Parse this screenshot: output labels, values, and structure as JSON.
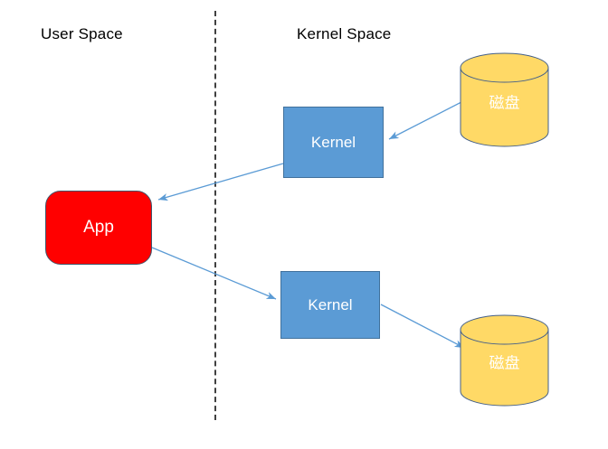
{
  "diagram": {
    "title_regions": {
      "user_space": "User Space",
      "kernel_space": "Kernel Space"
    },
    "nodes": {
      "app": {
        "label": "App",
        "color": "#FF0000",
        "text_color": "#FFFFFF"
      },
      "kernel_top": {
        "label": "Kernel",
        "color": "#5B9BD5",
        "text_color": "#FFFFFF"
      },
      "kernel_bottom": {
        "label": "Kernel",
        "color": "#5B9BD5",
        "text_color": "#FFFFFF"
      },
      "disk_top": {
        "label": "磁盘",
        "color": "#FFD966",
        "text_color": "#FFFFFF"
      },
      "disk_bottom": {
        "label": "磁盘",
        "color": "#FFD966",
        "text_color": "#FFFFFF"
      }
    },
    "divider": {
      "style": "dashed",
      "color": "#404040"
    },
    "arrow_color": "#5B9BD5"
  }
}
